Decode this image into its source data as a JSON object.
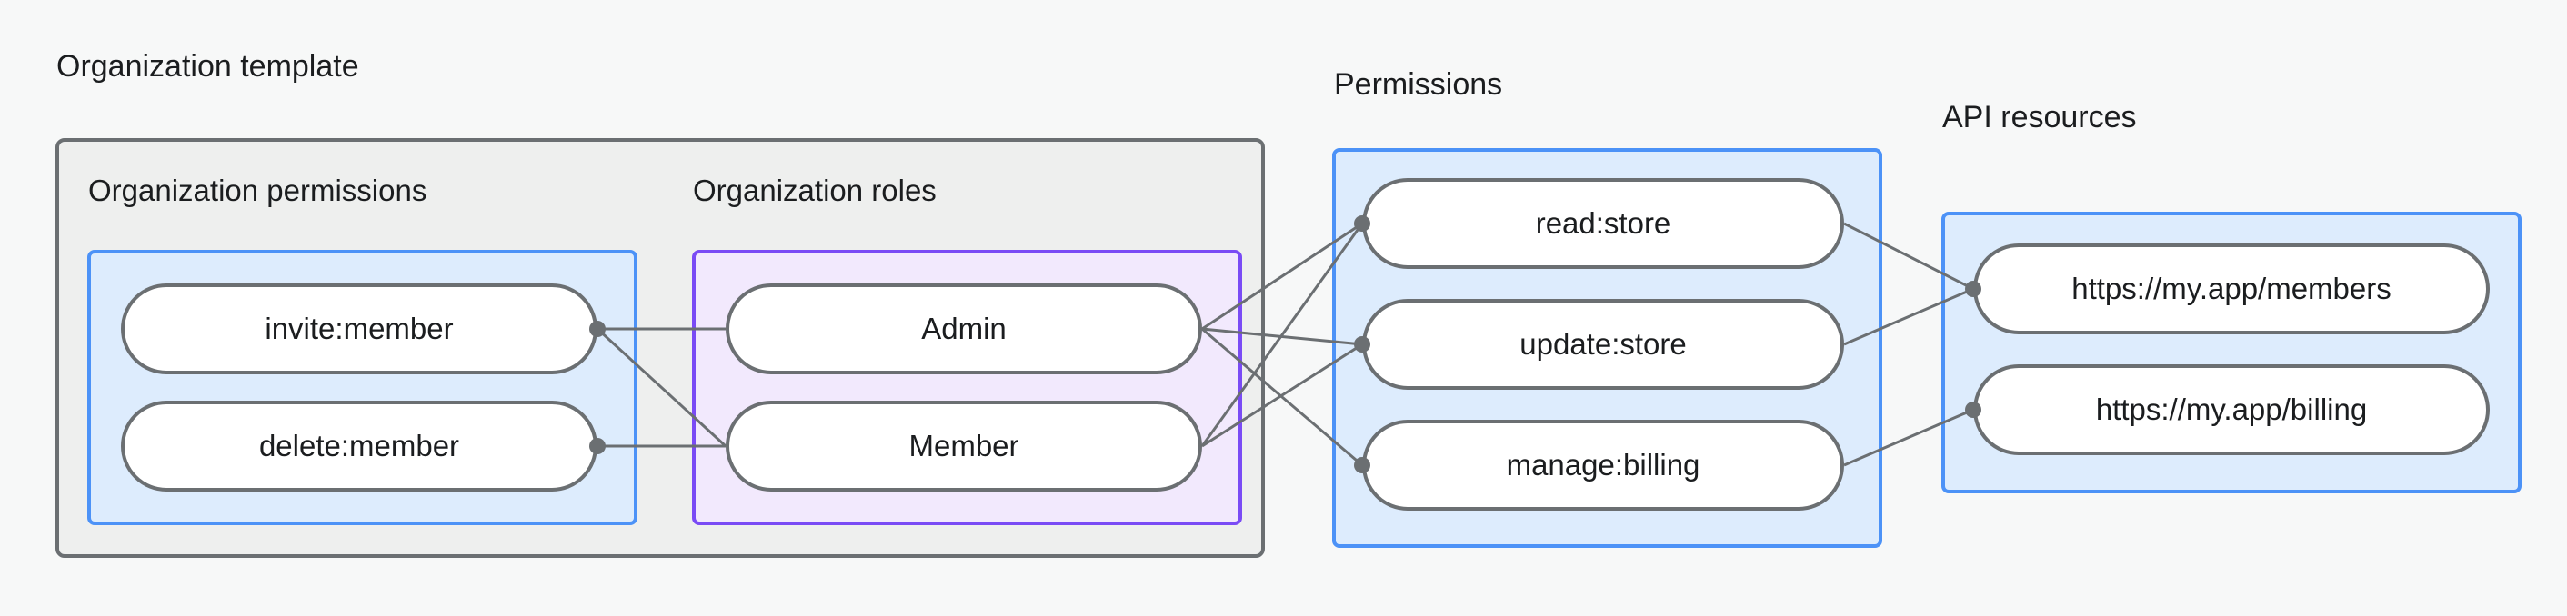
{
  "diagram": {
    "title": "Organization template diagram",
    "background_color": "#f7f8f8"
  },
  "groups": {
    "organization_template": {
      "label": "Organization template",
      "border_color": "#6b6f72",
      "fill_color": "#eeefee"
    },
    "organization_permissions": {
      "label": "Organization permissions",
      "border_color": "#4c92f7",
      "fill_color": "#ddecfd"
    },
    "organization_roles": {
      "label": "Organization roles",
      "border_color": "#7a4bf5",
      "fill_color": "#f2e9fd"
    },
    "permissions": {
      "label": "Permissions",
      "border_color": "#4c92f7",
      "fill_color": "#ddecfd"
    },
    "api_resources": {
      "label": "API resources",
      "border_color": "#4c92f7",
      "fill_color": "#ddecfd"
    }
  },
  "nodes": {
    "org_permissions": [
      {
        "id": "invite-member",
        "label": "invite:member"
      },
      {
        "id": "delete-member",
        "label": "delete:member"
      }
    ],
    "org_roles": [
      {
        "id": "admin",
        "label": "Admin"
      },
      {
        "id": "member",
        "label": "Member"
      }
    ],
    "permissions": [
      {
        "id": "read-store",
        "label": "read:store"
      },
      {
        "id": "update-store",
        "label": "update:store"
      },
      {
        "id": "manage-billing",
        "label": "manage:billing"
      }
    ],
    "api_resources": [
      {
        "id": "members-url",
        "label": "https://my.app/members"
      },
      {
        "id": "billing-url",
        "label": "https://my.app/billing"
      }
    ]
  },
  "edges": [
    {
      "from": "invite-member",
      "to": "admin"
    },
    {
      "from": "invite-member",
      "to": "member"
    },
    {
      "from": "delete-member",
      "to": "member"
    },
    {
      "from": "admin",
      "to": "read-store"
    },
    {
      "from": "admin",
      "to": "update-store"
    },
    {
      "from": "admin",
      "to": "manage-billing"
    },
    {
      "from": "member",
      "to": "read-store"
    },
    {
      "from": "member",
      "to": "update-store"
    },
    {
      "from": "read-store",
      "to": "members-url"
    },
    {
      "from": "update-store",
      "to": "members-url"
    },
    {
      "from": "manage-billing",
      "to": "billing-url"
    }
  ],
  "edge_style": {
    "stroke_color": "#6b6f72",
    "stroke_width": 3,
    "dot_color": "#6b6f72"
  }
}
